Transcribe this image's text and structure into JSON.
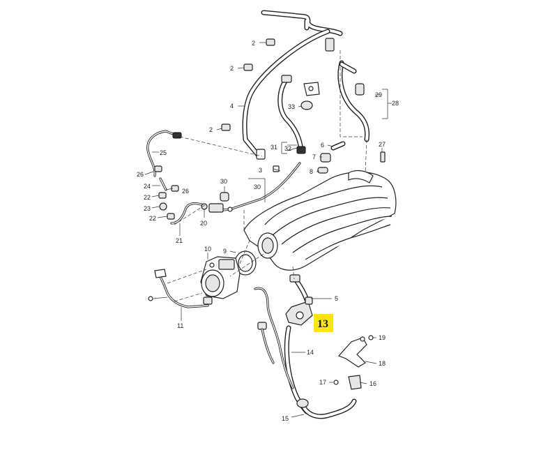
{
  "diagram": {
    "highlight": {
      "label": "13",
      "color": "#ffe600"
    },
    "part_labels": [
      "2",
      "2",
      "2",
      "3",
      "4",
      "5",
      "6",
      "7",
      "8",
      "9",
      "10",
      "11",
      "13",
      "14",
      "15",
      "16",
      "17",
      "18",
      "19",
      "20",
      "21",
      "22",
      "22",
      "23",
      "24",
      "25",
      "26",
      "26",
      "27",
      "28",
      "29",
      "30",
      "30",
      "31",
      "32",
      "33"
    ],
    "colors": {
      "line": "#222222",
      "background": "#ffffff"
    }
  }
}
